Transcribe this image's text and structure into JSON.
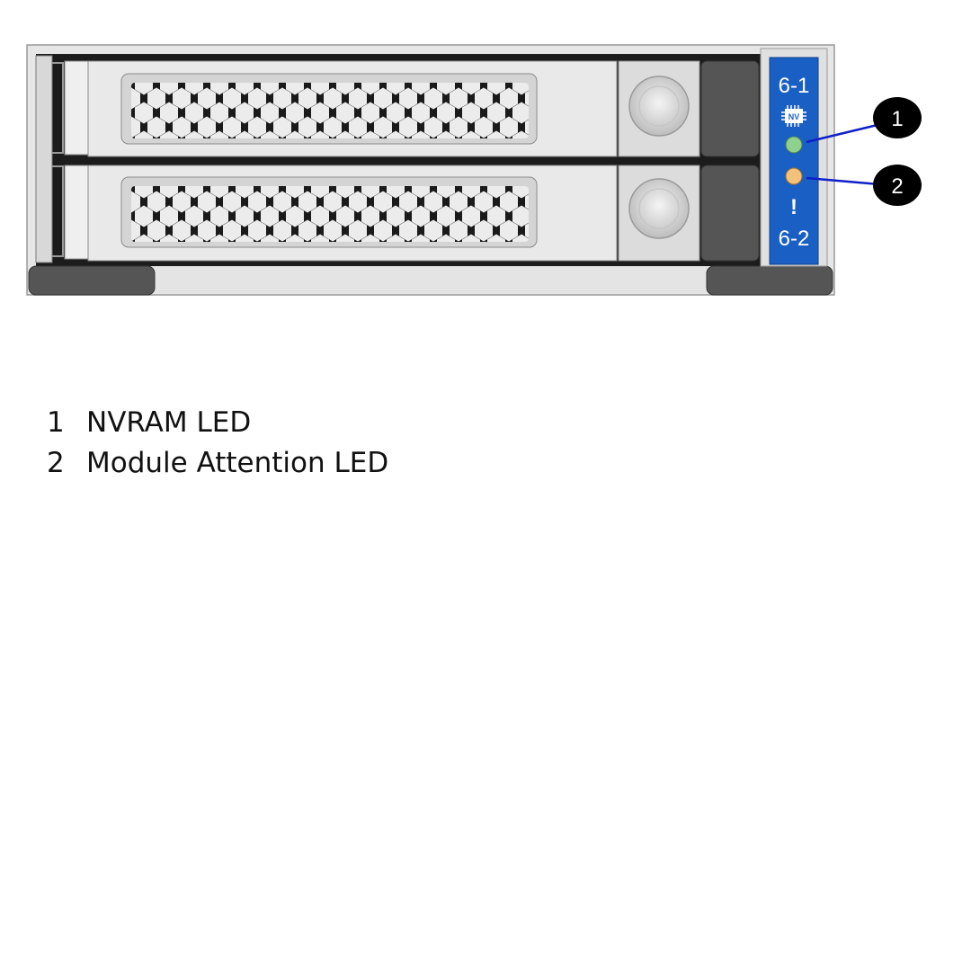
{
  "panel": {
    "slot_top_label": "6-1",
    "slot_bottom_label": "6-2",
    "nvram_icon_text": "NV",
    "attention_symbol": "!",
    "panel_color": "#1a5fc4",
    "nvram_led_color": "#8fd08f",
    "attention_led_color": "#f2c27a"
  },
  "callouts": [
    {
      "number": "1",
      "label": "NVRAM LED"
    },
    {
      "number": "2",
      "label": "Module Attention LED"
    }
  ],
  "colors": {
    "callout_line": "#1020c8",
    "callout_bubble": "#000000",
    "bezel": "#e6e6e6",
    "handle": "#555555"
  },
  "icons": [
    "nvram-chip-icon",
    "attention-icon"
  ]
}
